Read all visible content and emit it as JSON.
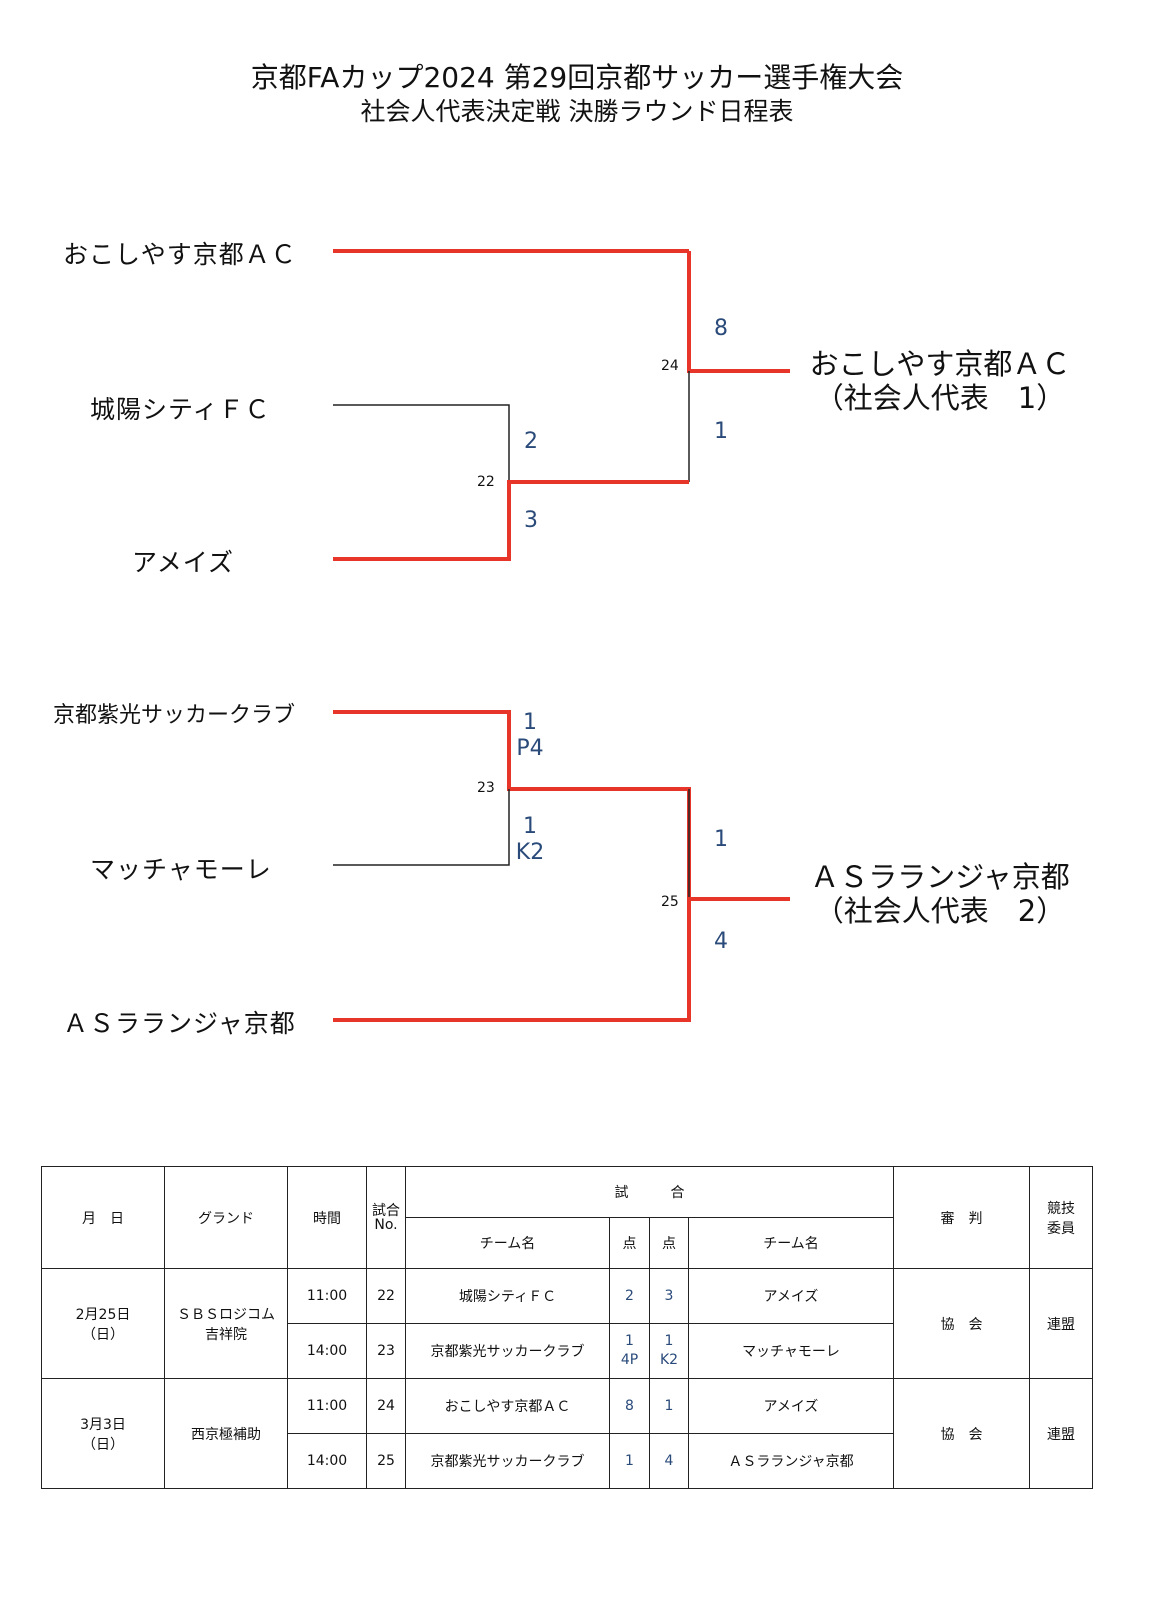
{
  "title": {
    "line1": "京都FAカップ2024 第29回京都サッカー選手権大会",
    "line2": "社会人代表決定戦 決勝ラウンド日程表"
  },
  "bracket": {
    "teams": [
      "おこしやす京都ＡＣ",
      "城陽シティＦＣ",
      "アメイズ",
      "京都紫光サッカークラブ",
      "マッチャモーレ",
      "ＡＳラランジャ京都"
    ],
    "winners": [
      {
        "name": "おこしやす京都ＡＣ",
        "label": "（社会人代表　1）"
      },
      {
        "name": "ＡＳラランジャ京都",
        "label": "（社会人代表　2）"
      }
    ],
    "match_numbers": {
      "m22": "22",
      "m23": "23",
      "m24": "24",
      "m25": "25"
    },
    "scores": {
      "m22_top": "2",
      "m22_bottom": "3",
      "m23_top": "1",
      "m23_top_pk": "P4",
      "m23_bottom": "1",
      "m23_bottom_pk": "K2",
      "m24_top": "8",
      "m24_bottom": "1",
      "m25_top": "1",
      "m25_bottom": "4"
    },
    "win_color": "#e8352a",
    "line_color": "#222222"
  },
  "schedule": {
    "headers": {
      "date": "月　日",
      "ground": "グランド",
      "time": "時間",
      "match_no": "試合",
      "match_no_sub": "No.",
      "match": "試　　　合",
      "team": "チーム名",
      "score": "点",
      "referee": "審　判",
      "committee_1": "競技",
      "committee_2": "委員"
    },
    "days": [
      {
        "date": "2月25日",
        "weekday": "（日）",
        "ground_1": "ＳＢＳロジコム",
        "ground_2": "吉祥院",
        "referee": "協　会",
        "committee": "連盟"
      },
      {
        "date": "3月3日",
        "weekday": "（日）",
        "ground_1": "西京極補助",
        "ground_2": "",
        "referee": "協　会",
        "committee": "連盟"
      }
    ],
    "rows": [
      {
        "time": "11:00",
        "no": "22",
        "team_a": "城陽シティＦＣ",
        "score_a": "2",
        "score_a_pk": "",
        "score_b": "3",
        "score_b_pk": "",
        "team_b": "アメイズ"
      },
      {
        "time": "14:00",
        "no": "23",
        "team_a": "京都紫光サッカークラブ",
        "score_a": "1",
        "score_a_pk": "4P",
        "score_b": "1",
        "score_b_pk": "K2",
        "team_b": "マッチャモーレ"
      },
      {
        "time": "11:00",
        "no": "24",
        "team_a": "おこしやす京都ＡＣ",
        "score_a": "8",
        "score_a_pk": "",
        "score_b": "1",
        "score_b_pk": "",
        "team_b": "アメイズ"
      },
      {
        "time": "14:00",
        "no": "25",
        "team_a": "京都紫光サッカークラブ",
        "score_a": "1",
        "score_a_pk": "",
        "score_b": "4",
        "score_b_pk": "",
        "team_b": "ＡＳラランジャ京都"
      }
    ]
  }
}
